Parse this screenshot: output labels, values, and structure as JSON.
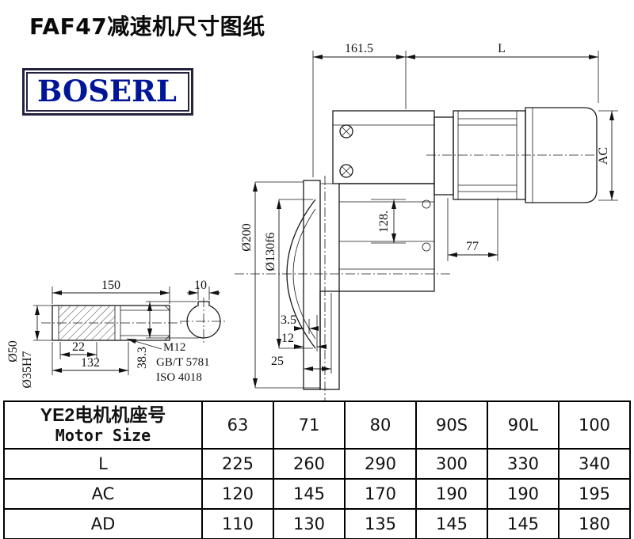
{
  "title": "FAF47减速机尺寸图纸",
  "logo": "BOSERL",
  "colors": {
    "logo_text": "#001697",
    "logo_border": "#23233f",
    "line": "#1a1a1a"
  },
  "drawing": {
    "dims": {
      "d161_5": "161.5",
      "dL": "L",
      "dAC": "AC",
      "d200": "Ø200",
      "d130": "Ø130f6",
      "d128": "128.",
      "d77": "77",
      "d150": "150",
      "d10": "10",
      "d50": "Ø50",
      "d35": "Ø35H7",
      "d22": "22",
      "d132": "132",
      "d3_5": "3.5",
      "d12": "12",
      "d25": "25",
      "d38_3": "38.3"
    },
    "notes": {
      "m12": "M12",
      "gb": "GB/T 5781",
      "iso": "ISO 4018"
    }
  },
  "table": {
    "header": {
      "cn": "YE2电机机座号",
      "en": "Motor Size",
      "sizes": [
        "63",
        "71",
        "80",
        "90S",
        "90L",
        "100"
      ]
    },
    "rows": [
      {
        "label": "L",
        "values": [
          "225",
          "260",
          "290",
          "300",
          "330",
          "340"
        ]
      },
      {
        "label": "AC",
        "values": [
          "120",
          "145",
          "170",
          "190",
          "190",
          "195"
        ]
      },
      {
        "label": "AD",
        "values": [
          "110",
          "130",
          "135",
          "145",
          "145",
          "180"
        ]
      }
    ]
  }
}
